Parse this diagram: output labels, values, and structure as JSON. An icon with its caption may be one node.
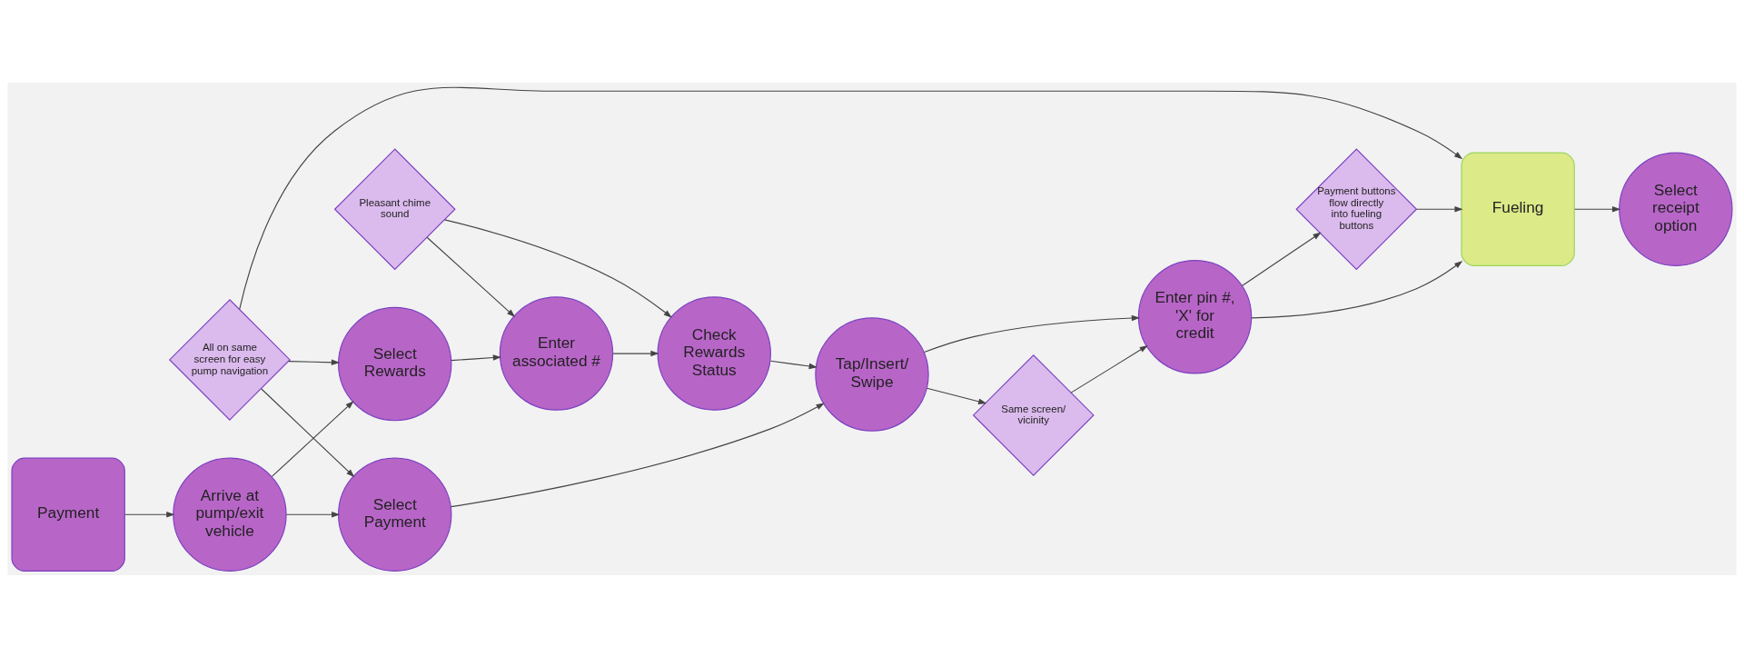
{
  "diagram": {
    "nodes": [
      {
        "text": [
          "Payment"
        ]
      },
      {
        "text": [
          "Arrive at pump/exit vehicle"
        ]
      },
      {
        "text": [
          "Select Payment"
        ]
      },
      {
        "text": [
          "Select Rewards"
        ]
      },
      {
        "text": [
          "All on same screen for easy pump navigation"
        ]
      },
      {
        "text": [
          "Tap/Insert/ Swipe"
        ]
      },
      {
        "text": [
          "Same screen/ vicinity"
        ]
      },
      {
        "text": [
          "Enter pin #, 'X' for credit"
        ]
      },
      {
        "text": [
          "Payment buttons flow directly into fueling buttons"
        ]
      },
      {
        "text": [
          "Fueling"
        ]
      },
      {
        "text": [
          "Select receipt option"
        ]
      },
      {
        "text": [
          "Enter associated #"
        ]
      },
      {
        "text": [
          "Check Rewards Status"
        ]
      },
      {
        "text": [
          "Pleasant chime sound"
        ]
      }
    ],
    "edges": [
      {
        "from": 0,
        "to": 1,
        "arrow": "to"
      },
      {
        "from": 1,
        "to": 2,
        "arrow": "to"
      },
      {
        "from": 1,
        "to": 3,
        "arrow": "to"
      },
      {
        "from": 2,
        "to": 5,
        "arrow": "to"
      },
      {
        "from": 4,
        "to": 2,
        "arrow": "to"
      },
      {
        "from": 4,
        "to": 3,
        "arrow": "to"
      },
      {
        "from": 4,
        "to": 9,
        "arrow": "to"
      },
      {
        "from": 5,
        "to": 6,
        "arrow": "to"
      },
      {
        "from": 6,
        "to": 7,
        "arrow": "to"
      },
      {
        "from": 5,
        "to": 7,
        "arrow": "to"
      },
      {
        "from": 7,
        "to": 8,
        "arrow": "to"
      },
      {
        "from": 8,
        "to": 9,
        "arrow": "to"
      },
      {
        "from": 7,
        "to": 9,
        "arrow": "to"
      },
      {
        "from": 9,
        "to": 10,
        "arrow": "to"
      },
      {
        "from": 3,
        "to": 11,
        "arrow": "to"
      },
      {
        "from": 11,
        "to": 12,
        "arrow": "to"
      },
      {
        "from": 12,
        "to": 5,
        "arrow": "to"
      },
      {
        "from": 13,
        "to": 11,
        "arrow": "to"
      },
      {
        "from": 13,
        "to": 12,
        "arrow": "to"
      }
    ]
  }
}
